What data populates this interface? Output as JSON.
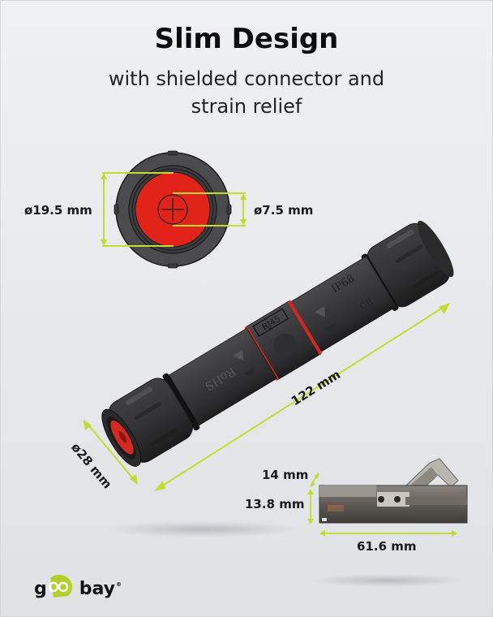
{
  "header": {
    "title": "Slim Design",
    "subtitle_line1": "with shielded connector and",
    "subtitle_line2": "strain relief"
  },
  "dimensions": {
    "outer_diameter": "ø19.5 mm",
    "inner_diameter": "ø7.5 mm",
    "body_diameter": "ø28 mm",
    "length": "122 mm",
    "insert_height_top": "14 mm",
    "insert_height": "13.8 mm",
    "insert_length": "61.6 mm"
  },
  "product_markings": {
    "label_rj45": "RJ45",
    "label_ip": "IP68",
    "label_rohs": "RoHS",
    "label_ce": "CE"
  },
  "brand": {
    "name_prefix": "g",
    "name_suffix": "bay",
    "registered": "®",
    "accent_color": "#b5cf2a"
  },
  "colors": {
    "dimension_line": "#c4dc2c",
    "connector_body": "#3a3a3b",
    "seal_red": "#e2231a",
    "background": "#e8eaed"
  }
}
